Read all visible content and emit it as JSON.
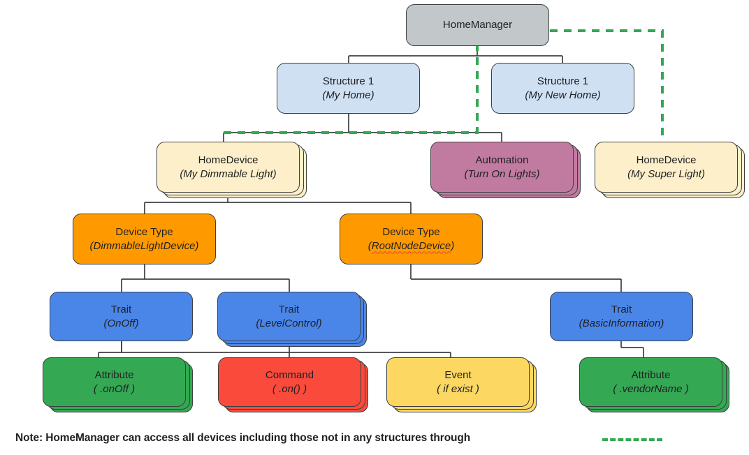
{
  "diagram": {
    "title": "HomeManager hierarchy",
    "background": "#ffffff",
    "colors": {
      "home_manager": "#c2c7ca",
      "structure": "#cfe0f3",
      "home_device": "#fcefc9",
      "automation": "#c27ba0",
      "device_type": "#ff9900",
      "trait": "#4a86e8",
      "attribute": "#34a853",
      "command": "#fa4a3c",
      "event": "#fcd862",
      "edge": "#3c4043",
      "dashed_access": "#34a853"
    },
    "nodes": {
      "home_manager": {
        "line1": "HomeManager",
        "line2": ""
      },
      "structure_my_home": {
        "line1": "Structure 1",
        "line2": "(My Home)"
      },
      "structure_my_new_home": {
        "line1": "Structure 1",
        "line2": "(My New Home)"
      },
      "home_device_dimmable": {
        "line1": "HomeDevice",
        "line2": "(My Dimmable Light)"
      },
      "automation_turn_on_lights": {
        "line1": "Automation",
        "line2": "(Turn On Lights)"
      },
      "home_device_super_light": {
        "line1": "HomeDevice",
        "line2": "(My Super Light)"
      },
      "device_type_dimmable": {
        "line1": "Device Type",
        "line2": "(DimmableLightDevice)"
      },
      "device_type_root_node": {
        "line1": "Device Type",
        "line2_prefix": "(",
        "line2_spell": "RootNodeDevice",
        "line2_suffix": ")"
      },
      "trait_onoff": {
        "line1": "Trait",
        "line2": "(OnOff)"
      },
      "trait_level_control": {
        "line1": "Trait",
        "line2": "(LevelControl)"
      },
      "trait_basic_information": {
        "line1": "Trait",
        "line2": "(BasicInformation)"
      },
      "attribute_onoff": {
        "line1": "Attribute",
        "line2": "( .onOff )"
      },
      "command_on": {
        "line1": "Command",
        "line2": "( .on() )"
      },
      "event_if_exist": {
        "line1": "Event",
        "line2": "( if exist )"
      },
      "attribute_vendor_name": {
        "line1": "Attribute",
        "line2": "( .vendorName )"
      }
    },
    "footer": {
      "note": "Note: HomeManager can access all devices including those not in any structures through",
      "legend_style": "green-dashed-line"
    }
  }
}
